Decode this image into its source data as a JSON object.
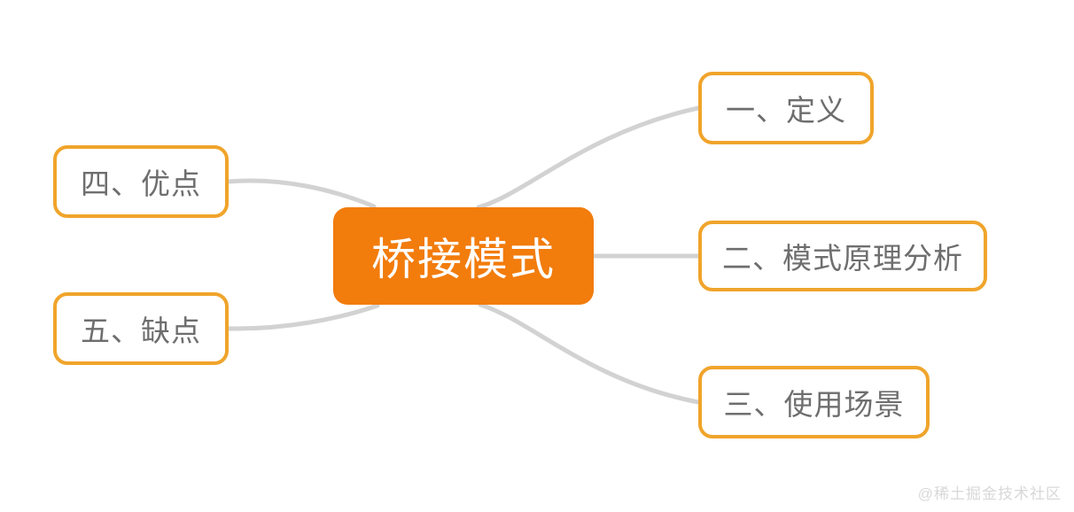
{
  "diagram": {
    "type": "mind-map",
    "title": "桥接模式",
    "background_color": "#ffffff",
    "root": {
      "label": "桥接模式",
      "fill_color": "#F27C0C",
      "text_color": "#FFFFFF"
    },
    "branch_style": {
      "border_color": "#F0A42B",
      "fill_color": "#FFFFFF",
      "text_color": "#6E6E6E",
      "connector_color": "#D2D2D2"
    },
    "branches_right": [
      {
        "label": "一、定义"
      },
      {
        "label": "二、模式原理分析"
      },
      {
        "label": "三、使用场景"
      }
    ],
    "branches_left": [
      {
        "label": "四、优点"
      },
      {
        "label": "五、缺点"
      }
    ]
  },
  "watermark": {
    "text": "@稀土掘金技术社区"
  }
}
